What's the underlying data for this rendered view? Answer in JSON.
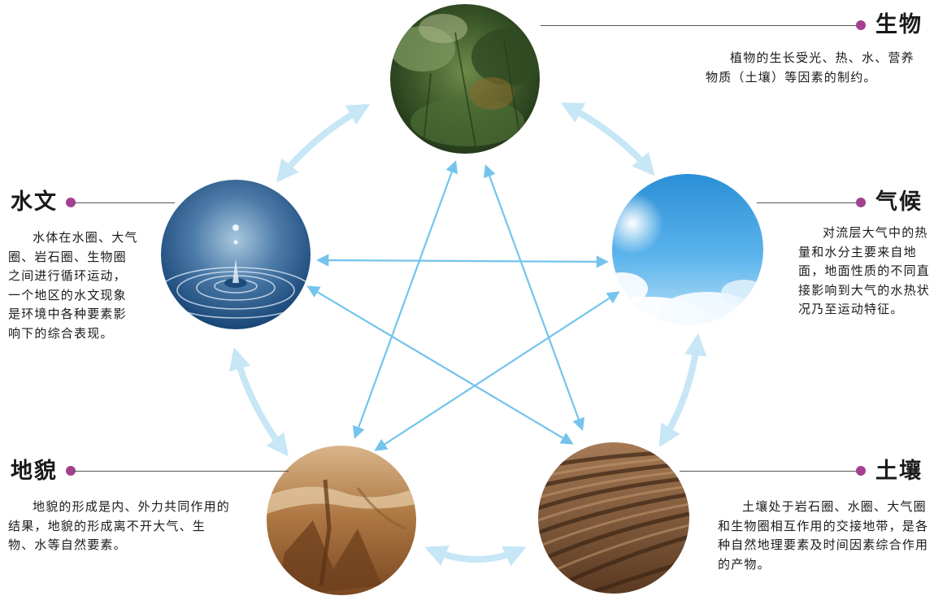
{
  "colors": {
    "arrow_inner": "#74c4ec",
    "arrow_outer": "#c7e6f6",
    "marker_dot": "#a3408f"
  },
  "elements": {
    "biology": {
      "title": "生物",
      "description": "植物的生长受光、热、水、营养物质（土壤）等因素的制约。",
      "image": "tropical-forest-photo"
    },
    "climate": {
      "title": "气候",
      "description": "对流层大气中的热量和水分主要来自地面，地面性质的不同直接影响到大气的水热状况乃至运动特征。",
      "image": "blue-sky-clouds-photo"
    },
    "hydrology": {
      "title": "水文",
      "description": "水体在水圈、大气圈、岩石圈、生物圈之间进行循环运动，一个地区的水文现象是环境中各种要素影响下的综合表现。",
      "image": "water-drop-ripple-photo"
    },
    "landform": {
      "title": "地貌",
      "description": "地貌的形成是内、外力共同作用的结果，地貌的形成离不开大气、生物、水等自然要素。",
      "image": "eroded-canyon-photo"
    },
    "soil": {
      "title": "土壤",
      "description": "土壤处于岩石圈、水圈、大气圈和生物圈相互作用的交接地带，是各种自然地理要素及时间因素综合作用的产物。",
      "image": "plowed-field-photo"
    }
  }
}
